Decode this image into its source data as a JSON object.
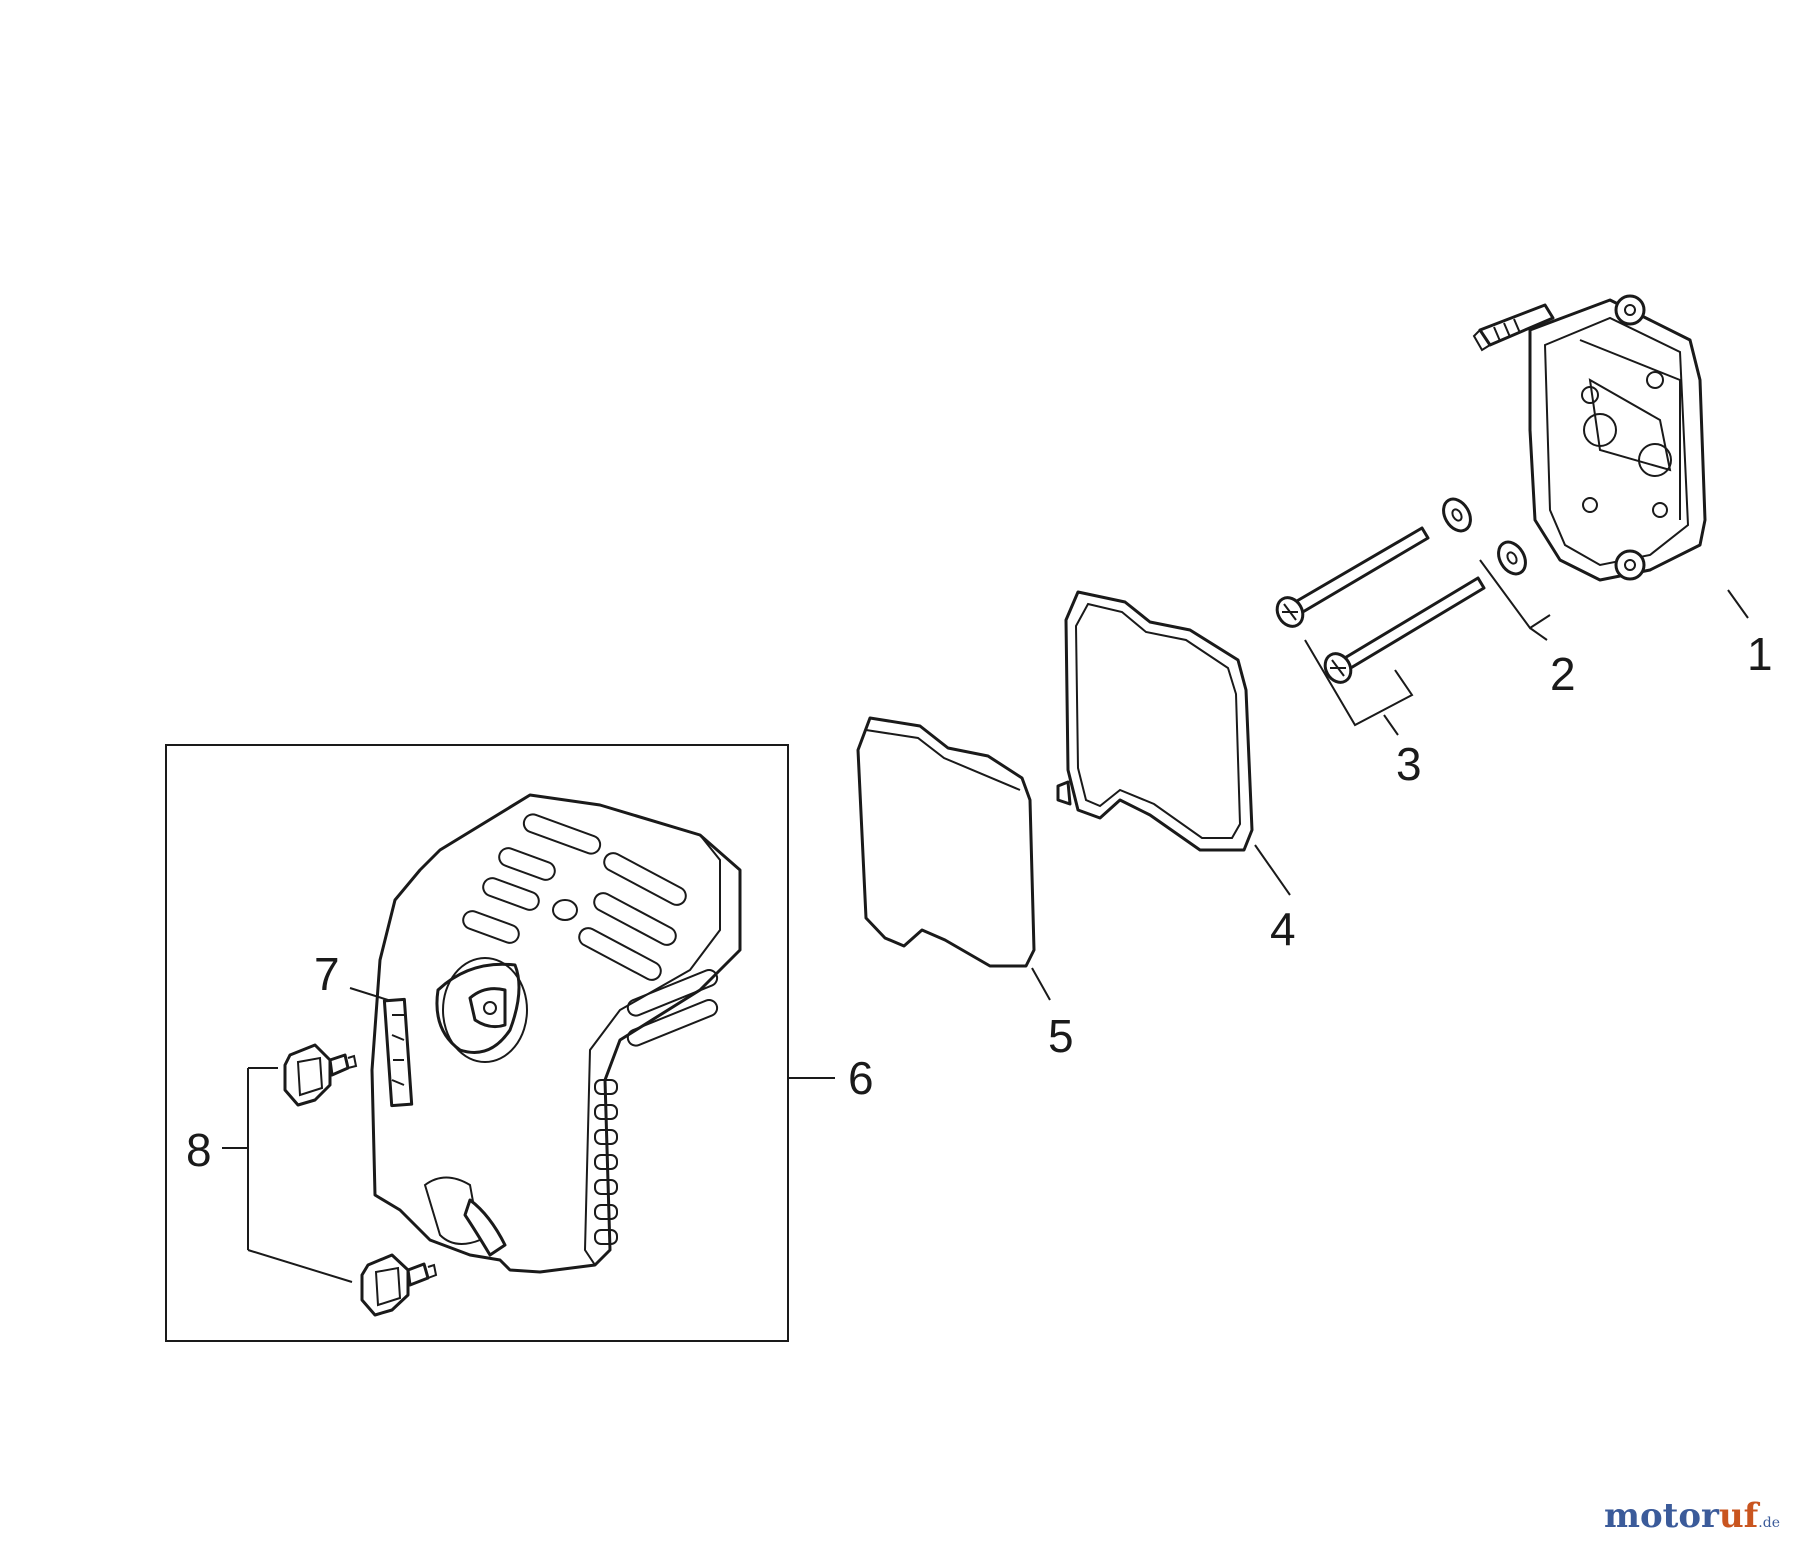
{
  "callouts": {
    "c1": "1",
    "c2": "2",
    "c3": "3",
    "c4": "4",
    "c5": "5",
    "c6": "6",
    "c7": "7",
    "c8": "8"
  },
  "watermark": {
    "part_a": "motor",
    "part_b": "uf",
    "part_c": ".de"
  },
  "colors": {
    "line": "#1a1a1a",
    "watermark_blue": "#3b5b9a",
    "watermark_orange": "#c9551f"
  }
}
